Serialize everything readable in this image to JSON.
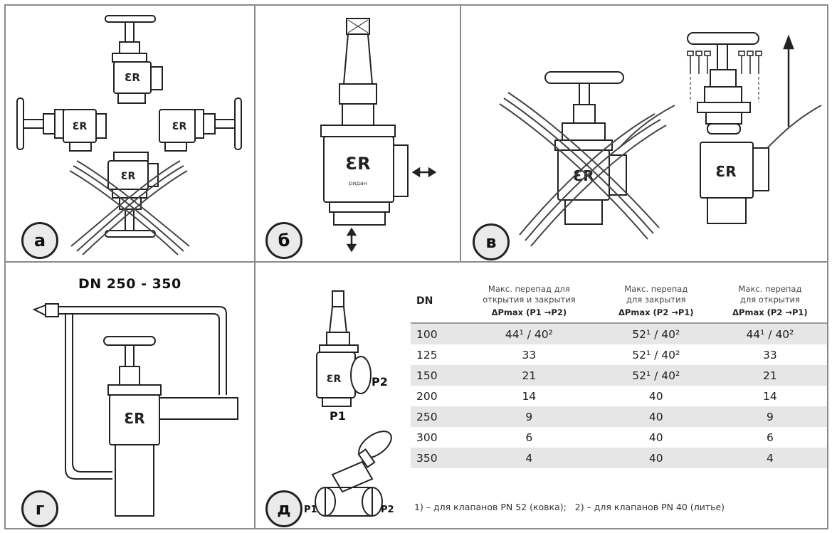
{
  "panels": {
    "a": {
      "label": "а"
    },
    "b": {
      "label": "б"
    },
    "v": {
      "label": "в"
    },
    "g": {
      "label": "г",
      "title": "DN 250 - 350"
    },
    "d": {
      "label": "д",
      "p1": "P1",
      "p2": "P2"
    }
  },
  "table": {
    "headers": {
      "dn": "DN",
      "col1": {
        "line1": "Макс. перепад для",
        "line2": "открытия и закрытия",
        "formula": "ΔPmax (P1 →P2)"
      },
      "col2": {
        "line1": "Макс. перепад",
        "line2": "для закрытия",
        "formula": "ΔPmax (P2 →P1)"
      },
      "col3": {
        "line1": "Макс. перепад",
        "line2": "для открытия",
        "formula": "ΔPmax (P2 →P1)"
      }
    },
    "rows": [
      {
        "dn": "100",
        "c1": "44¹ / 40²",
        "c2": "52¹ / 40²",
        "c3": "44¹ / 40²"
      },
      {
        "dn": "125",
        "c1": "33",
        "c2": "52¹ / 40²",
        "c3": "33"
      },
      {
        "dn": "150",
        "c1": "21",
        "c2": "52¹ / 40²",
        "c3": "21"
      },
      {
        "dn": "200",
        "c1": "14",
        "c2": "40",
        "c3": "14"
      },
      {
        "dn": "250",
        "c1": "9",
        "c2": "40",
        "c3": "9"
      },
      {
        "dn": "300",
        "c1": "6",
        "c2": "40",
        "c3": "6"
      },
      {
        "dn": "350",
        "c1": "4",
        "c2": "40",
        "c3": "4"
      }
    ],
    "footnote": "1) – для клапанов PN 52 (ковка);   2) – для клапанов PN 40 (литье)"
  },
  "brand": {
    "logo_text": "ридан"
  },
  "colors": {
    "line": "#222222",
    "shade": "#e6e6e6",
    "border": "#8a8a8a"
  }
}
